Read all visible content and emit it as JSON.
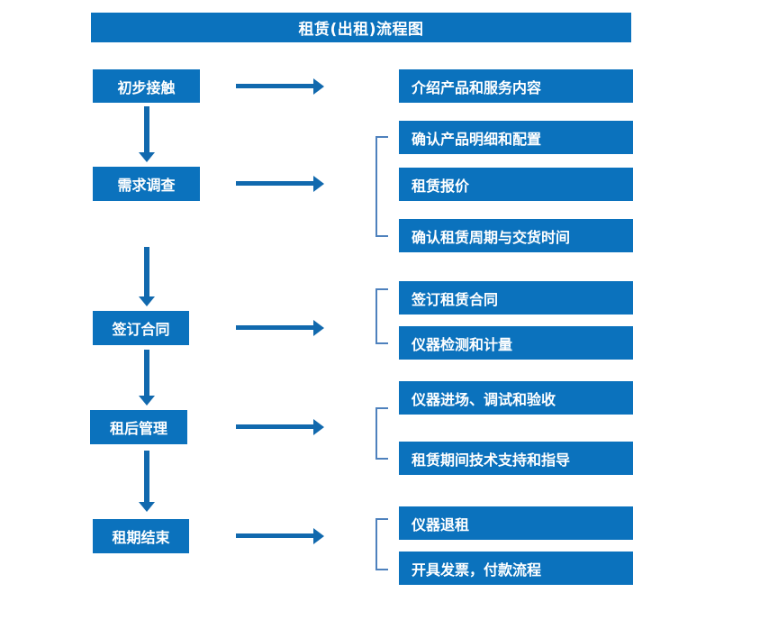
{
  "title": "租赁(出租)流程图",
  "colors": {
    "box_fill": "#0B72BD",
    "arrow": "#1169AE",
    "bracket": "#4E81BD",
    "text": "#FFFFFF",
    "background": "#FFFFFF"
  },
  "chart_data": {
    "type": "diagram",
    "title": "租赁(出租)流程图",
    "orientation": "vertical-with-side-details",
    "stages": [
      {
        "label": "初步接触",
        "details": [
          "介绍产品和服务内容"
        ]
      },
      {
        "label": "需求调查",
        "details": [
          "确认产品明细和配置",
          "租赁报价",
          "确认租赁周期与交货时间"
        ]
      },
      {
        "label": "签订合同",
        "details": [
          "签订租赁合同",
          "仪器检测和计量"
        ]
      },
      {
        "label": "租后管理",
        "details": [
          "仪器进场、调试和验收",
          "租赁期间技术支持和指导"
        ]
      },
      {
        "label": "租期结束",
        "details": [
          "仪器退租",
          "开具发票，付款流程"
        ]
      }
    ]
  },
  "stages": [
    {
      "label": "初步接触"
    },
    {
      "label": "需求调查"
    },
    {
      "label": "签订合同"
    },
    {
      "label": "租后管理"
    },
    {
      "label": "租期结束"
    }
  ],
  "details": [
    {
      "label": "介绍产品和服务内容"
    },
    {
      "label": "确认产品明细和配置"
    },
    {
      "label": "租赁报价"
    },
    {
      "label": "确认租赁周期与交货时间"
    },
    {
      "label": "签订租赁合同"
    },
    {
      "label": "仪器检测和计量"
    },
    {
      "label": "仪器进场、调试和验收"
    },
    {
      "label": "租赁期间技术支持和指导"
    },
    {
      "label": "仪器退租"
    },
    {
      "label": "开具发票，付款流程"
    }
  ]
}
